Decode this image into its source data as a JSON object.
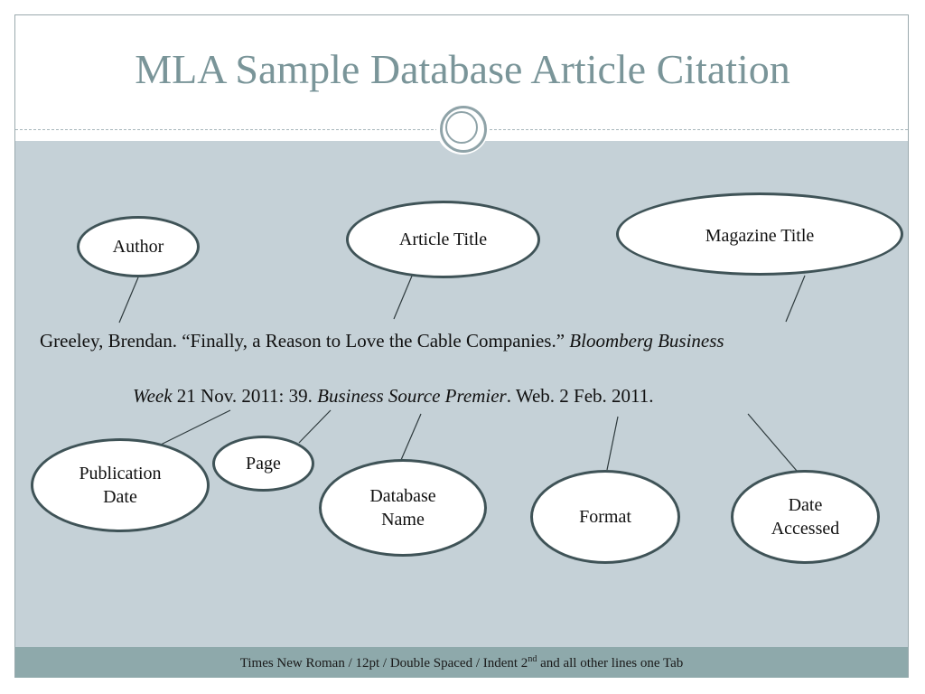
{
  "slide": {
    "title": "MLA Sample Database Article Citation"
  },
  "labels": {
    "author": "Author",
    "article_title": "Article Title",
    "magazine_title": "Magazine Title",
    "publication_date_1": "Publication",
    "publication_date_2": "Date",
    "page": "Page",
    "database_name_1": "Database",
    "database_name_2": "Name",
    "format": "Format",
    "date_accessed_1": "Date",
    "date_accessed_2": "Accessed"
  },
  "citation": {
    "line1_plain": "Greeley, Brendan. “Finally, a Reason to Love the Cable Companies.” ",
    "line1_italic": "Bloomberg Business",
    "line2_italic_a": "Week",
    "line2_plain_a": " 21 Nov. 2011: 39. ",
    "line2_italic_b": "Business Source Premier",
    "line2_plain_b": ". Web. 2 Feb. 2011."
  },
  "footer": {
    "part1": "Times New Roman / 12pt / Double Spaced /  Indent 2",
    "sup": "nd",
    "part2": " and  all other lines one Tab"
  }
}
